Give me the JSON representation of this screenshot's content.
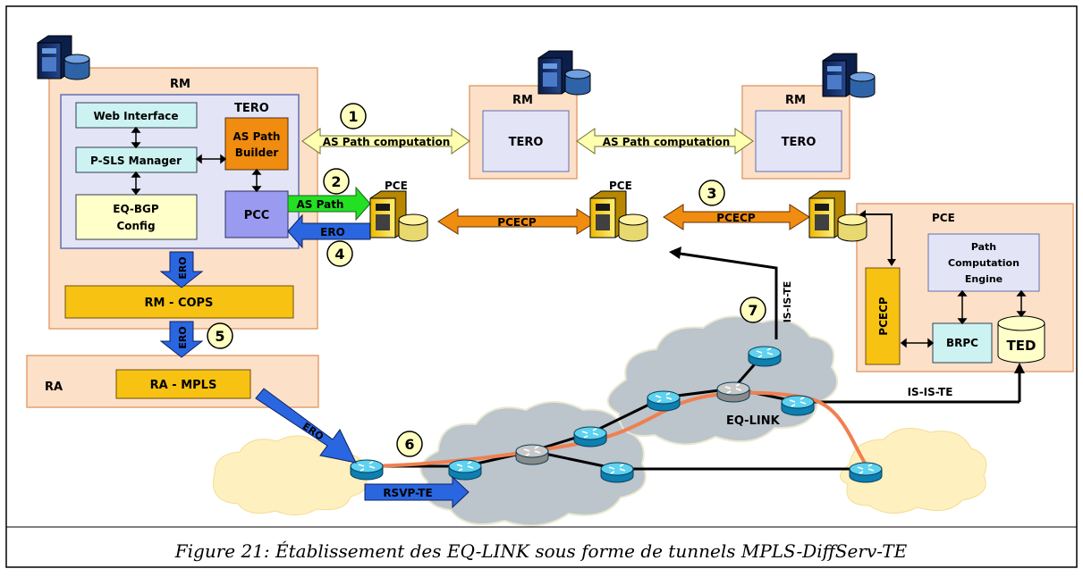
{
  "caption": "Figure 21: Établissement des EQ-LINK sous forme de tunnels MPLS-DiffServ-TE",
  "rm_main": {
    "title": "RM",
    "tero_title": "TERO",
    "web_interface": "Web Interface",
    "pslsmanager": "P-SLS Manager",
    "eqbgp_line1": "EQ-BGP",
    "eqbgp_line2": "Config",
    "aspathbuilder_line1": "AS Path",
    "aspathbuilder_line2": "Builder",
    "pcc": "PCC",
    "rmcops": "RM - COPS"
  },
  "ra": {
    "title": "RA",
    "ramplsbox": "RA - MPLS"
  },
  "rm_middle": {
    "title": "RM",
    "tero": "TERO"
  },
  "rm_right": {
    "title": "RM",
    "tero": "TERO"
  },
  "pce_labels": [
    "PCE",
    "PCE",
    "PCE"
  ],
  "pce_right": {
    "pcecp": "PCECP",
    "path_line1": "Path",
    "path_line2": "Computation",
    "path_line3": "Engine",
    "brpc": "BRPC",
    "ted": "TED"
  },
  "arrows": {
    "as_path_computation_1": "AS Path computation",
    "as_path_computation_2": "AS Path computation",
    "as_path": "AS Path",
    "ero_back": "ERO",
    "pcecp_1": "PCECP",
    "pcecp_2": "PCECP",
    "ero_down_1": "ERO",
    "ero_down_2": "ERO",
    "ero_diag": "ERO",
    "rsvp": "RSVP-TE",
    "isiste_vertical": "IS-IS-TE",
    "isiste_horizontal": "IS-IS-TE"
  },
  "numbers": [
    "1",
    "2",
    "3",
    "4",
    "5",
    "6",
    "7"
  ],
  "eqlink": "EQ-LINK",
  "colors": {
    "rm_box": "#fde0c8",
    "tero_box": "#e4e4f7",
    "web_box": "#cdf2f2",
    "eqbgp_box": "#ffffc9",
    "orange": "#f08c10",
    "pcc": "#9a9af0",
    "cops": "#f7c211",
    "green": "#22e022",
    "blue": "#2966e0",
    "yellow_arrow": "#ffffb0",
    "cloud": "#bcc4cc",
    "cloud_edge": "#ffeab0",
    "router": "#1aa3cf",
    "path": "#f08050"
  },
  "icons": [
    "server-icon",
    "database-icon",
    "pce-server-icon",
    "router-icon",
    "cloud-icon"
  ]
}
